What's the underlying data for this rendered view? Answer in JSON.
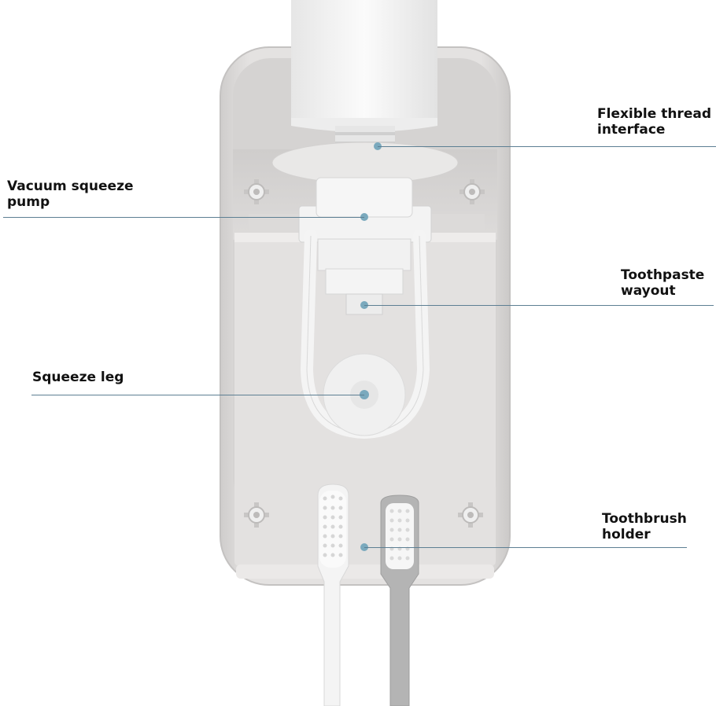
{
  "callouts": [
    {
      "id": "flexible-thread",
      "lines": [
        "Flexible thread",
        "interface"
      ]
    },
    {
      "id": "vacuum-pump",
      "lines": [
        "Vacuum squeeze",
        "pump"
      ]
    },
    {
      "id": "toothpaste-wayout",
      "lines": [
        "Toothpaste",
        "wayout"
      ]
    },
    {
      "id": "squeeze-leg",
      "lines": [
        "Squeeze leg"
      ]
    },
    {
      "id": "toothbrush-holder",
      "lines": [
        "Toothbrush",
        "holder"
      ]
    }
  ],
  "colors": {
    "leader_line": "#5d7f93",
    "marker_dot": "#7aa9bd",
    "housing": "#dedcdb",
    "housing_inner": "#d6d4d3",
    "parts": "#f2f2f2",
    "brush_white": "#f4f4f4",
    "brush_grey": "#b4b4b4"
  }
}
